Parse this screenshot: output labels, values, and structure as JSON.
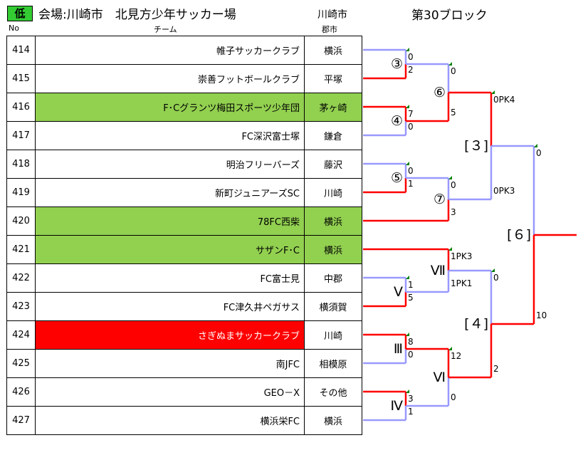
{
  "header": {
    "low_badge": "低",
    "venue": "会場:川崎市　北見方少年サッカー場",
    "city": "川崎市",
    "block": "第30ブロック"
  },
  "columns": {
    "no": "No",
    "team": "チーム",
    "city": "郡市"
  },
  "rows": [
    {
      "no": "414",
      "team": "帷子サッカークラブ",
      "city": "横浜",
      "hl": ""
    },
    {
      "no": "415",
      "team": "崇善フットボールクラブ",
      "city": "平塚",
      "hl": ""
    },
    {
      "no": "416",
      "team": "F･Cグランツ梅田スポーツ少年団",
      "city": "茅ヶ崎",
      "hl": "green"
    },
    {
      "no": "417",
      "team": "FC深沢富士塚",
      "city": "鎌倉",
      "hl": ""
    },
    {
      "no": "418",
      "team": "明治フリーバーズ",
      "city": "藤沢",
      "hl": ""
    },
    {
      "no": "419",
      "team": "新町ジュニアーズSC",
      "city": "川崎",
      "hl": ""
    },
    {
      "no": "420",
      "team": "78FC西柴",
      "city": "横浜",
      "hl": "green"
    },
    {
      "no": "421",
      "team": "サザンF･C",
      "city": "横浜",
      "hl": "green"
    },
    {
      "no": "422",
      "team": "FC富士見",
      "city": "中郡",
      "hl": ""
    },
    {
      "no": "423",
      "team": "FC津久井ペガサス",
      "city": "横須賀",
      "hl": ""
    },
    {
      "no": "424",
      "team": "さぎぬまサッカークラブ",
      "city": "川崎",
      "hl": "red"
    },
    {
      "no": "425",
      "team": "南JFC",
      "city": "相模原",
      "hl": ""
    },
    {
      "no": "426",
      "team": "GEO－X",
      "city": "その他",
      "hl": ""
    },
    {
      "no": "427",
      "team": "横浜栄FC",
      "city": "横浜",
      "hl": ""
    }
  ],
  "matches": {
    "m3": {
      "label": "③",
      "top": "0",
      "bottom": "2"
    },
    "m4": {
      "label": "④",
      "top": "7",
      "bottom": "0"
    },
    "m5": {
      "label": "⑤",
      "top": "0",
      "bottom": "1"
    },
    "mV": {
      "label": "Ⅴ",
      "top": "1",
      "bottom": "5"
    },
    "mIII": {
      "label": "Ⅲ",
      "top": "8",
      "bottom": "0"
    },
    "mIV": {
      "label": "Ⅳ",
      "top": "3",
      "bottom": "1"
    },
    "m6": {
      "label": "⑥",
      "top": "0",
      "bottom": "5"
    },
    "m7": {
      "label": "⑦",
      "top": "0",
      "bottom": "3"
    },
    "mVII": {
      "label": "Ⅶ",
      "top": "1PK3",
      "bottom": "1PK1"
    },
    "mVI": {
      "label": "Ⅵ",
      "top": "12",
      "bottom": "0"
    },
    "sf3": {
      "label": "[３]",
      "top": "0PK4",
      "bottom": "0PK3"
    },
    "sf4": {
      "label": "[４]",
      "top": "0",
      "bottom": "2"
    },
    "f6": {
      "label": "[６]",
      "top": "0",
      "bottom": "10"
    }
  },
  "colors": {
    "win": "#ff0000",
    "lose": "#9999ff",
    "green": "#92d050",
    "badge": "#33cc33",
    "marker": "#008000"
  }
}
